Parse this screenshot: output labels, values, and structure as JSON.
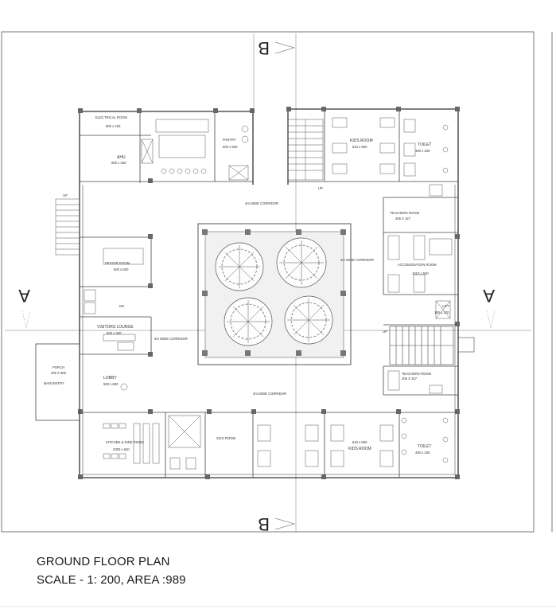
{
  "plan": {
    "title": "GROUND FLOOR PLAN",
    "scale": "SCALE - 1: 200, AREA :989",
    "section_b_label": "B",
    "section_a_label": "A",
    "stair_label": "UP"
  },
  "rooms": {
    "electrical": "ELECTRICAL ROOM",
    "electrical_dim": "600 x 225",
    "ahu": "AHU",
    "ahu_dim": "600 x 360",
    "pantry": "PANTRY",
    "pantry_dim": "600 x 500",
    "kids_top": "KIDS ROOM",
    "kids_top_dim": "610 x 600",
    "toilet_top": "TOILET",
    "toilet_top_dim": "400 x 330",
    "corridor_top": "4m WIDE CORRIDOR",
    "teachers_top": "TEACHERS ROOM",
    "teachers_top_dim": "305 X 327",
    "corridor_right": "3m WIDE CORRIDOR",
    "accom": "ACCOMODATION ROOM",
    "accom_dim": "1010 x 500",
    "lift": "LIFT",
    "lift_dim": "180 x 220",
    "prayer": "PRAYER ROOM",
    "prayer_dim": "600 x 600",
    "dr": "DR",
    "visitors": "VISITORS LOUNGE",
    "visitors_dim": "600 x 360",
    "corridor_left": "4m WIDE CORRIDOR",
    "porch": "PORCH",
    "porch_dim": "400 X 900",
    "main_entry": "MAIN ENTRY",
    "lobby": "LOBBY",
    "lobby_dim": "500 x 600",
    "teachers_bottom": "TEACHERS ROOM",
    "teachers_bottom_dim": "305 X 327",
    "corridor_bottom": "3m WIDE CORRIDOR",
    "kitchen": "KITCHEN & DINE ROOM",
    "kitchen_dim": "2000 x 620",
    "sick": "SICK ROOM",
    "kids_bottom": "KIDS ROOM",
    "kids_bottom_dim": "610 x 600",
    "toilet_bottom": "TOILET",
    "toilet_bottom_dim": "400 x 330"
  }
}
